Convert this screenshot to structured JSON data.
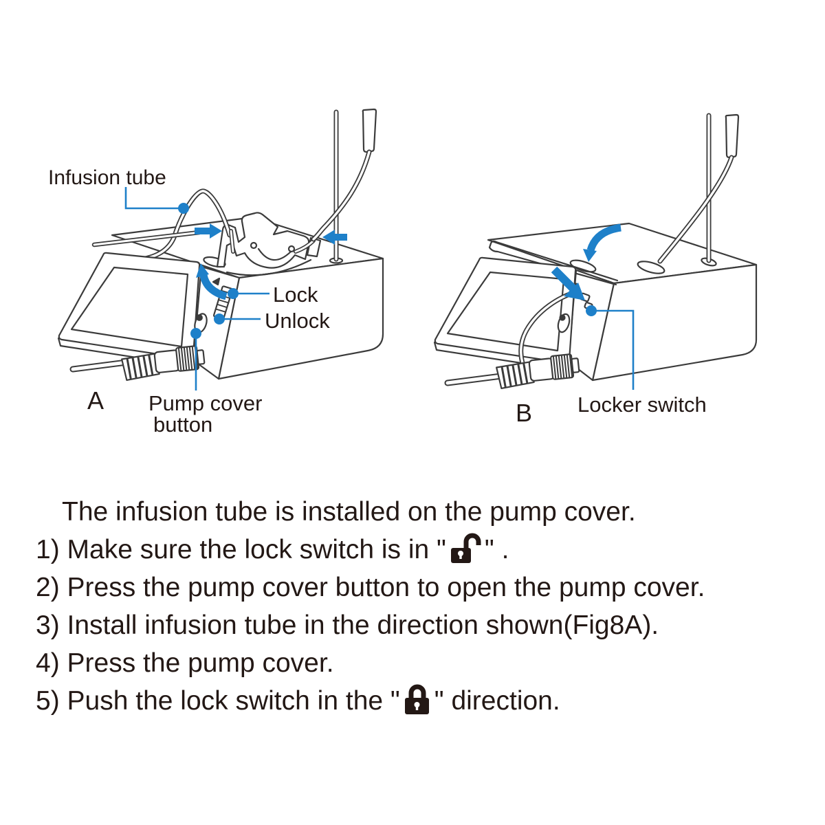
{
  "figure_a": {
    "label": "A",
    "infusion_tube_label": "Infusion tube",
    "lock_label": "Lock",
    "unlock_label": "Unlock",
    "pump_cover_button_line1": "Pump cover",
    "pump_cover_button_line2": "button"
  },
  "figure_b": {
    "label": "B",
    "locker_switch_label": "Locker switch"
  },
  "instructions": {
    "intro": "The infusion tube is installed on the pump cover.",
    "step1": {
      "before": "1) Make sure the lock switch is in \"",
      "icon": "unlock-icon",
      "after": "\" ."
    },
    "step2": "2) Press the pump cover button to open the pump cover.",
    "step3": "3) Install infusion tube in the direction shown(Fig8A).",
    "step4": "4) Press the pump cover.",
    "step5": {
      "before": "5) Push the lock switch in the \"",
      "icon": "lock-icon",
      "after": "\" direction."
    }
  },
  "colors": {
    "accent_blue": "#1E80C9",
    "ink": "#231815",
    "line_art": "#3b3b3b"
  }
}
